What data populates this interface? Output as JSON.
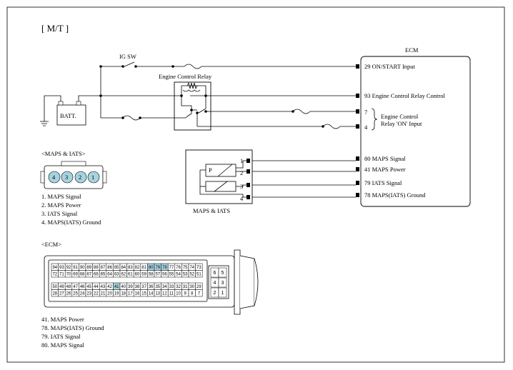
{
  "variant": "[ M/T ]",
  "colors": {
    "highlight": "#a6d3df",
    "line": "#000000",
    "background": "#ffffff"
  },
  "labels": {
    "ig_sw": "IG SW",
    "batt": "BATT.",
    "relay": "Engine Control Relay",
    "ecm": "ECM",
    "maps_iats": "MAPS & IATS",
    "sensor_p": "P"
  },
  "ecm_pins": [
    {
      "pin": "29",
      "label": "ON/START Input"
    },
    {
      "pin": "93",
      "label": "Engine Control Relay Control"
    },
    {
      "pin": "7",
      "label": ""
    },
    {
      "pin": "4",
      "label": ""
    },
    {
      "pin": "80",
      "label": "MAPS Signal"
    },
    {
      "pin": "41",
      "label": "MAPS Power"
    },
    {
      "pin": "79",
      "label": "IATS Signal"
    },
    {
      "pin": "78",
      "label": "MAPS(IATS) Ground"
    }
  ],
  "relay_on_input": [
    "Engine Control",
    "Relay 'ON' Input"
  ],
  "sensor_pins": [
    "1",
    "2",
    "3",
    "4"
  ],
  "maps_connector": {
    "title": "<MAPS & IATS>",
    "pins": [
      "4",
      "3",
      "2",
      "1"
    ],
    "legend": [
      "1. MAPS Signal",
      "2. MAPS Power",
      "3. IATS Signal",
      "4. MAPS(IATS) Ground"
    ]
  },
  "ecm_connector": {
    "title": "<ECM>",
    "rows": [
      [
        "94",
        "93",
        "92",
        "91",
        "90",
        "89",
        "88",
        "87",
        "86",
        "85",
        "84",
        "83",
        "82",
        "81",
        "80",
        "79",
        "78",
        "77",
        "76",
        "75",
        "74",
        "73"
      ],
      [
        "72",
        "71",
        "70",
        "69",
        "68",
        "67",
        "66",
        "65",
        "64",
        "63",
        "62",
        "61",
        "60",
        "59",
        "58",
        "57",
        "56",
        "55",
        "54",
        "53",
        "52",
        "51"
      ],
      [
        "50",
        "49",
        "48",
        "47",
        "46",
        "45",
        "44",
        "43",
        "42",
        "41",
        "40",
        "39",
        "38",
        "37",
        "36",
        "35",
        "34",
        "33",
        "32",
        "31",
        "30",
        "29"
      ],
      [
        "28",
        "27",
        "26",
        "25",
        "24",
        "23",
        "22",
        "21",
        "20",
        "19",
        "18",
        "17",
        "16",
        "15",
        "14",
        "13",
        "12",
        "11",
        "10",
        "9",
        "8",
        "7"
      ]
    ],
    "side_pins": [
      [
        "6",
        "5"
      ],
      [
        "4",
        "3"
      ],
      [
        "2",
        "1"
      ]
    ],
    "highlighted": [
      "41",
      "78",
      "79",
      "80"
    ],
    "legend": [
      "41.  MAPS Power",
      "78.  MAPS(IATS) Ground",
      "79.  IATS Signal",
      "80.  MAPS Signal"
    ]
  }
}
